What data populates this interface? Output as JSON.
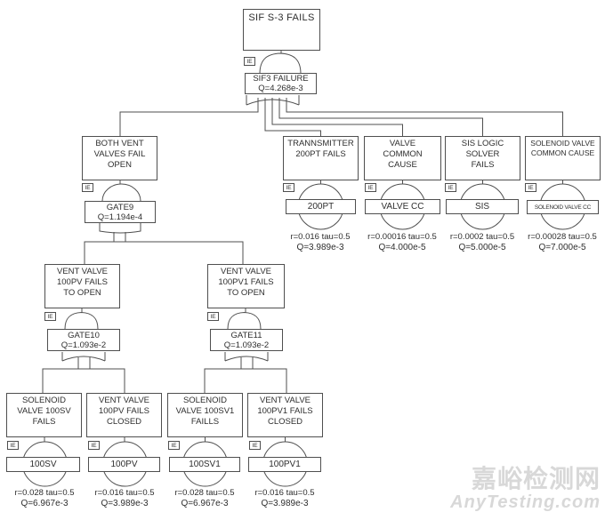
{
  "colors": {
    "line": "#4f4f4f",
    "text": "#2e2e2e",
    "watermark": "#d8d8d8"
  },
  "tags": {
    "ie": "IE"
  },
  "root": {
    "title": "SIF S-3 FAILS"
  },
  "gates": {
    "root": {
      "line1": "SIF3 FAILURE",
      "line2": "Q=4.268e-3",
      "type": "or"
    },
    "gate9": {
      "line1": "GATE9",
      "line2": "Q=1.194e-4",
      "type": "and"
    },
    "gate10": {
      "line1": "GATE10",
      "line2": "Q=1.093e-2",
      "type": "or"
    },
    "gate11": {
      "line1": "GATE11",
      "line2": "Q=1.093e-2",
      "type": "or"
    }
  },
  "boxes": {
    "both_vent": "BOTH VENT\nVALVES FAIL\nOPEN",
    "transmitter": "TRANNSMITTER\n200PT FAILS",
    "valve_cc": "VALVE\nCOMMON\nCAUSE",
    "sis": "SIS LOGIC\nSOLVER\nFAILS",
    "solenoid_cc": "SOLENOID VALVE\nCOMMON CAUSE",
    "vent_pv_open": "VENT VALVE\n100PV FAILS\nTO OPEN",
    "vent_pv1_open": "VENT VALVE\n100PV1 FAILS\nTO OPEN",
    "sol_sv": "SOLENOID\nVALVE 100SV\nFAILS",
    "vent_pv_closed": "VENT VALVE\n100PV FAILS\nCLOSED",
    "sol_sv1": "SOLENOID\nVALVE 100SV1\nFAILLS",
    "vent_pv1_closed": "VENT VALVE\n100PV1 FAILS\nCLOSED"
  },
  "events": {
    "pt200": {
      "label": "200PT",
      "r": "r=0.016 tau=0.5",
      "q": "Q=3.989e-3"
    },
    "valve_cc": {
      "label": "VALVE CC",
      "r": "r=0.00016 tau=0.5",
      "q": "Q=4.000e-5"
    },
    "sis": {
      "label": "SIS",
      "r": "r=0.0002 tau=0.5",
      "q": "Q=5.000e-5"
    },
    "solenoid_cc": {
      "label": "SOLENOID VALVE CC",
      "r": "r=0.00028 tau=0.5",
      "q": "Q=7.000e-5"
    },
    "sv100": {
      "label": "100SV",
      "r": "r=0.028 tau=0.5",
      "q": "Q=6.967e-3"
    },
    "pv100": {
      "label": "100PV",
      "r": "r=0.016 tau=0.5",
      "q": "Q=3.989e-3"
    },
    "sv100_1": {
      "label": "100SV1",
      "r": "r=0.028 tau=0.5",
      "q": "Q=6.967e-3"
    },
    "pv100_1": {
      "label": "100PV1",
      "r": "r=0.016 tau=0.5",
      "q": "Q=3.989e-3"
    }
  },
  "watermark": {
    "line1": "嘉峪检测网",
    "line2": "AnyTesting.com"
  }
}
